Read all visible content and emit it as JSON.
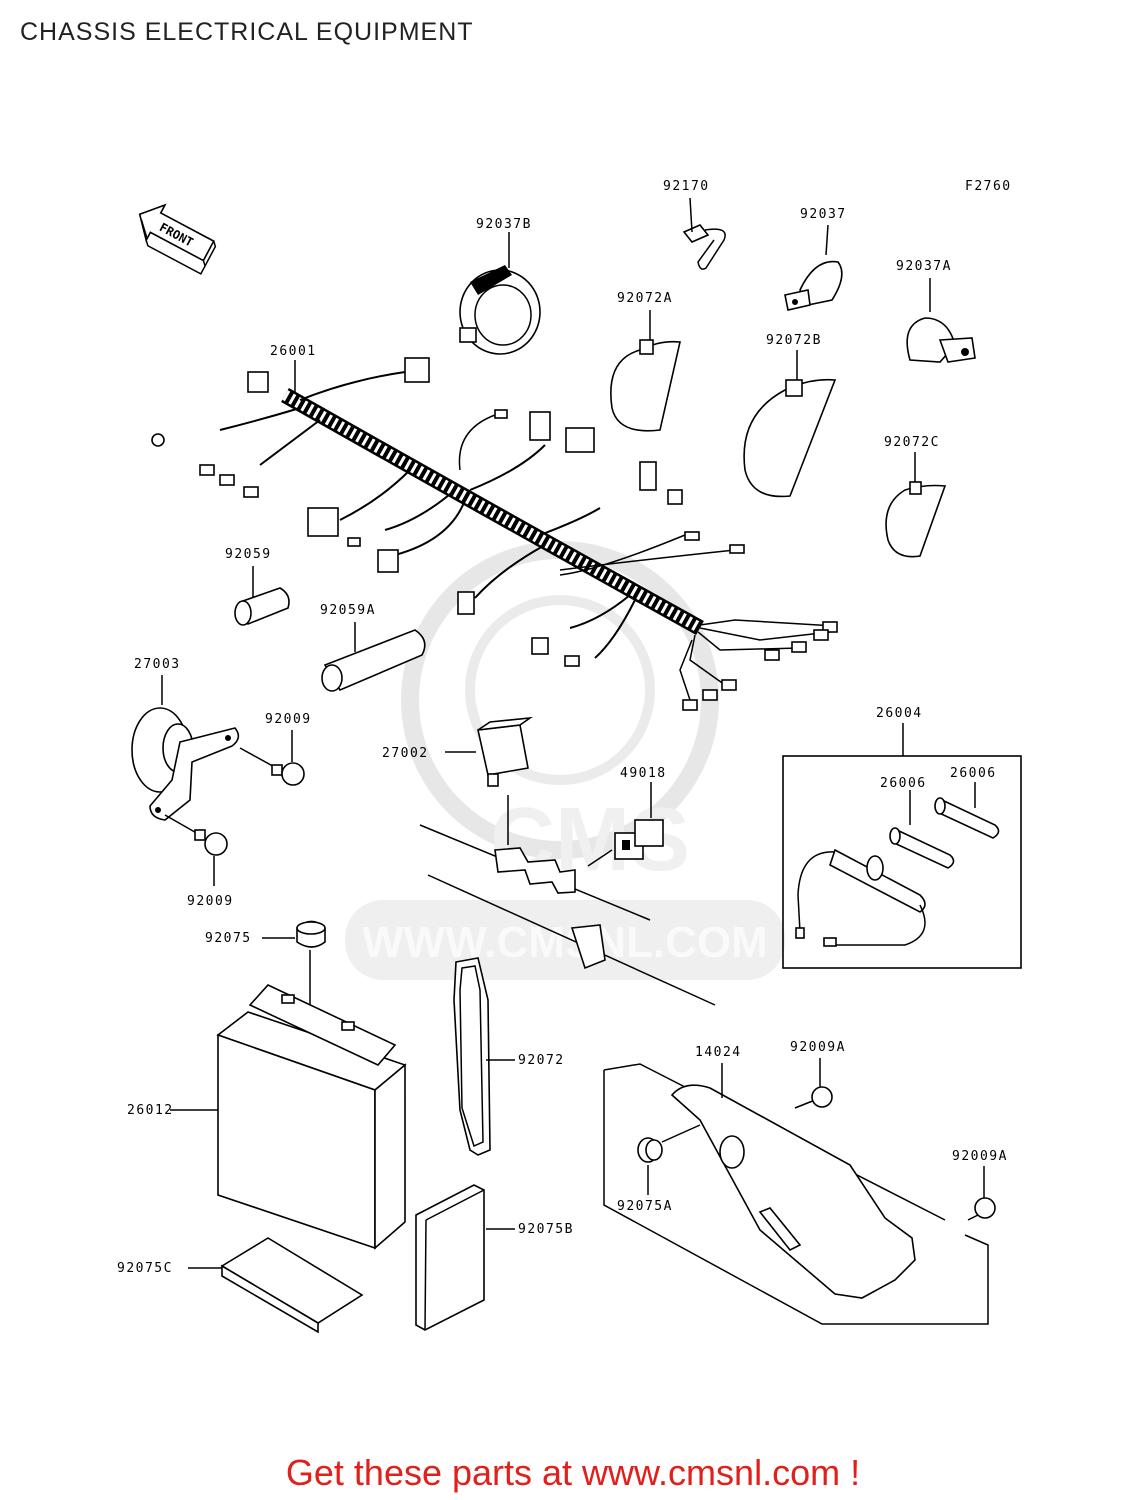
{
  "title": "CHASSIS ELECTRICAL EQUIPMENT",
  "figure_code": "F2760",
  "front_arrow": "FRONT",
  "watermark": "WWW.CMSNL.COM",
  "footer": "Get these parts at www.cmsnl.com !",
  "parts": {
    "p92170": "92170",
    "p92037B": "92037B",
    "p92037": "92037",
    "p92037A": "92037A",
    "p92072A": "92072A",
    "p92072B": "92072B",
    "p92072C": "92072C",
    "p26001": "26001",
    "p92059": "92059",
    "p92059A": "92059A",
    "p27003": "27003",
    "p92009a": "92009",
    "p92009b": "92009",
    "p26004": "26004",
    "p27002": "27002",
    "p49018": "49018",
    "p26006a": "26006",
    "p26006b": "26006",
    "p92075": "92075",
    "p92072": "92072",
    "p14024": "14024",
    "p92009Aa": "92009A",
    "p92009Ab": "92009A",
    "p26012": "26012",
    "p92075A": "92075A",
    "p92075B": "92075B",
    "p92075C": "92075C"
  },
  "colors": {
    "footer_text": "#e0201b",
    "watermark": "#d9d9d9",
    "line": "#000000"
  }
}
